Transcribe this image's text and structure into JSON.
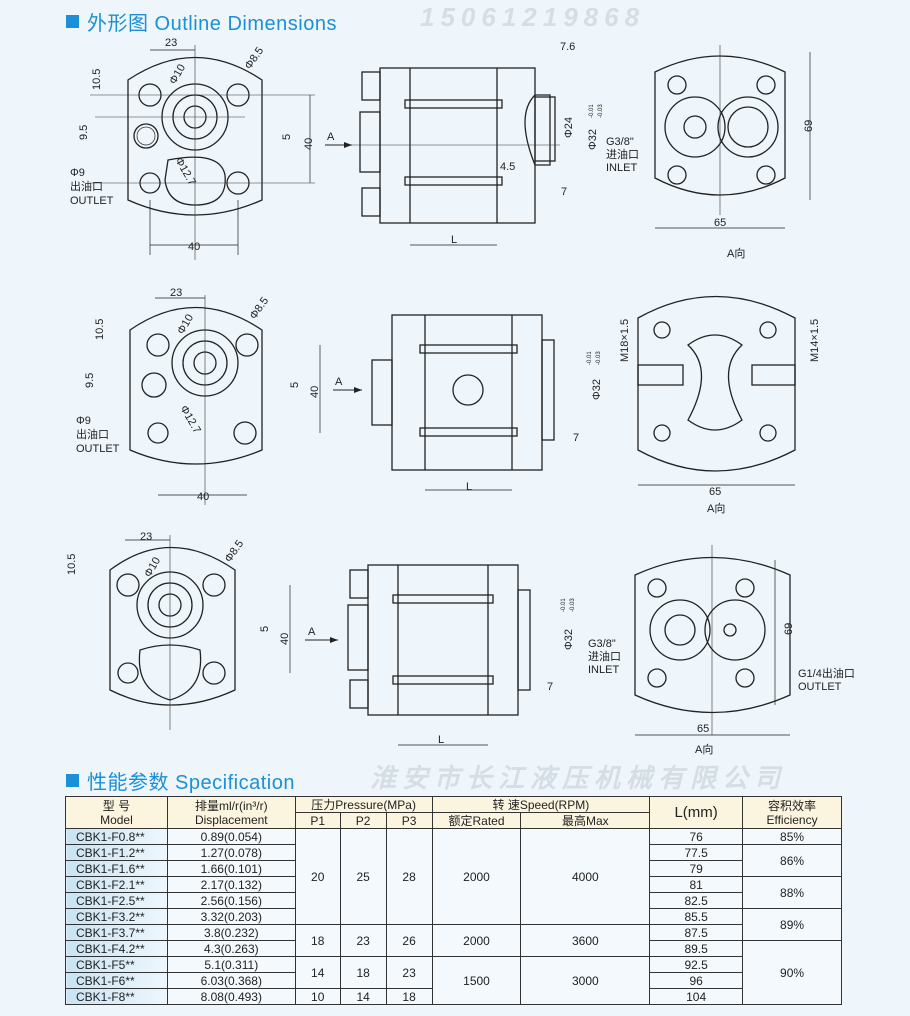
{
  "outline": {
    "title": "外形图 Outline Dimensions"
  },
  "row1": {
    "front": [
      "23",
      "Φ8.5",
      "10.5",
      "Φ10",
      "9.5",
      "5",
      "40",
      "Φ9",
      "出油口",
      "OUTLET",
      "Φ12.7",
      "40"
    ],
    "side": [
      "7.6",
      "A",
      "Φ24",
      "Φ32",
      "-0.01",
      "-0.03",
      "G3/8\"",
      "进油口",
      "INLET",
      "4.5",
      "7",
      "L"
    ],
    "aview": [
      "69",
      "65",
      "A向"
    ]
  },
  "row2": {
    "front": [
      "23",
      "Φ8.5",
      "10.5",
      "Φ10",
      "9.5",
      "5",
      "40",
      "Φ9",
      "出油口",
      "OUTLET",
      "Φ12.7",
      "40"
    ],
    "side": [
      "A",
      "Φ32",
      "-0.01",
      "-0.03",
      "7",
      "L"
    ],
    "aview": [
      "M18×1.5",
      "M14×1.5",
      "65",
      "A向"
    ]
  },
  "row3": {
    "front": [
      "23",
      "Φ8.5",
      "10.5",
      "Φ10",
      "5",
      "40"
    ],
    "side": [
      "A",
      "Φ32",
      "-0.01",
      "-0.03",
      "G3/8\"",
      "进油口",
      "INLET",
      "7",
      "L"
    ],
    "aview": [
      "69",
      "G1/4出油口",
      "OUTLET",
      "65",
      "A向"
    ]
  },
  "spec": {
    "title": "性能参数 Specification",
    "headers": {
      "model": [
        "型 号",
        "Model"
      ],
      "displacement": [
        "排量ml/r(in³/r)",
        "Displacement"
      ],
      "pressure": "压力Pressure(MPa)",
      "p1": "P1",
      "p2": "P2",
      "p3": "P3",
      "speed": "转 速Speed(RPM)",
      "rated": "额定Rated",
      "max": "最高Max",
      "length": "L(mm)",
      "efficiency": [
        "容积效率",
        "Efficiency"
      ]
    },
    "models": [
      "CBK1-F0.8**",
      "CBK1-F1.2**",
      "CBK1-F1.6**",
      "CBK1-F2.1**",
      "CBK1-F2.5**",
      "CBK1-F3.2**",
      "CBK1-F3.7**",
      "CBK1-F4.2**",
      "CBK1-F5**",
      "CBK1-F6**",
      "CBK1-F8**"
    ],
    "displacement": [
      "0.89(0.054)",
      "1.27(0.078)",
      "1.66(0.101)",
      "2.17(0.132)",
      "2.56(0.156)",
      "3.32(0.203)",
      "3.8(0.232)",
      "4.3(0.263)",
      "5.1(0.311)",
      "6.03(0.368)",
      "8.08(0.493)"
    ],
    "pressure_groups": [
      {
        "p1": "20",
        "p2": "25",
        "p3": "28"
      },
      {
        "p1": "18",
        "p2": "23",
        "p3": "26"
      },
      {
        "p1": "14",
        "p2": "18",
        "p3": "23"
      },
      {
        "p1": "10",
        "p2": "14",
        "p3": "18"
      }
    ],
    "speed_groups": [
      {
        "rated": "2000",
        "max": "4000"
      },
      {
        "rated": "2000",
        "max": "3600"
      },
      {
        "rated": "1500",
        "max": "3000"
      }
    ],
    "length": [
      "76",
      "77.5",
      "79",
      "81",
      "82.5",
      "85.5",
      "87.5",
      "89.5",
      "92.5",
      "96",
      "104"
    ],
    "efficiency": [
      "85%",
      "86%",
      "88%",
      "89%",
      "90%"
    ]
  },
  "watermark": {
    "company": "淮安市长江液压机械有限公司",
    "phone": "15061219868"
  },
  "colors": {
    "accent": "#1b8fd8",
    "header_bg": "#fbf5df",
    "page_bg": "#eef6fb"
  }
}
